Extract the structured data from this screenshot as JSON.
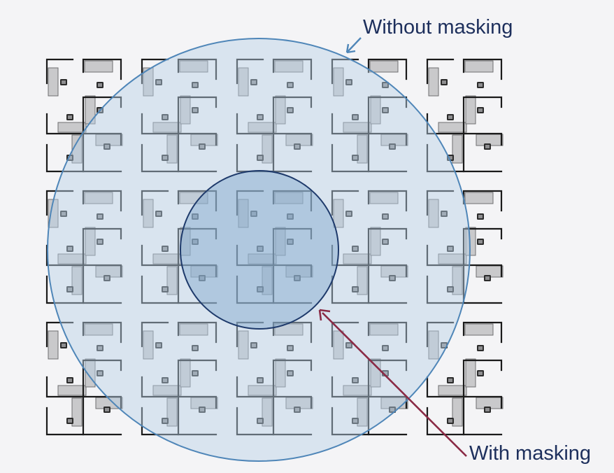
{
  "annotations": {
    "without_masking": "Without masking",
    "with_masking": "With masking"
  },
  "layout_grid": {
    "cluster_rows": 3,
    "cluster_cols": 5,
    "desks_per_cluster": 6
  },
  "colors": {
    "background": "#f4f4f6",
    "wall": "#1a1a1a",
    "desk": "#c9c9cb",
    "desk_edge": "#6e6e70",
    "chair": "#2b2b2b",
    "large_circle_fill": "#b7d0e6",
    "large_circle_stroke": "#4f86b8",
    "small_circle_fill": "#7fa6cc",
    "small_circle_stroke": "#1e3a6b",
    "without_arrow": "#4f86b8",
    "with_arrow": "#8a2a45",
    "label_text": "#1d2f5c"
  }
}
